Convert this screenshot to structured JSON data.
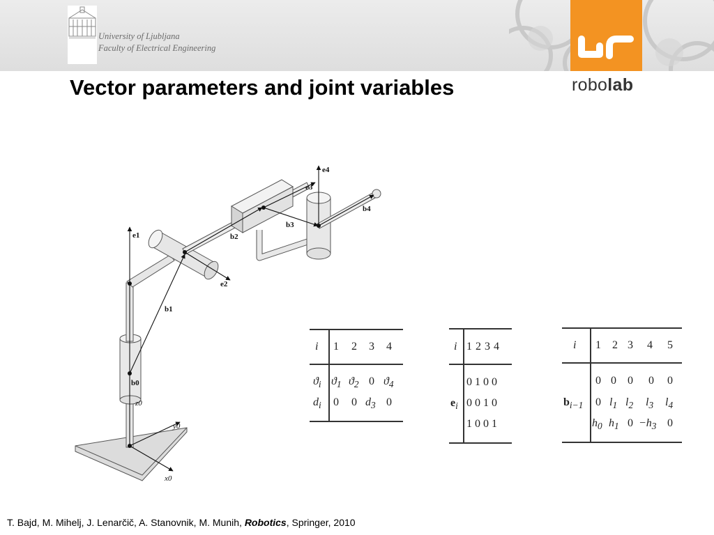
{
  "header": {
    "university_line": "University of Ljubljana",
    "faculty_line": "Faculty of Electrical Engineering",
    "lab_name_light": "robo",
    "lab_name_bold": "lab",
    "colors": {
      "accent": "#f39322",
      "banner": "#e4e4e4"
    }
  },
  "title": "Vector parameters and joint variables",
  "figure": {
    "labels": [
      "e4",
      "e3",
      "b4",
      "b3",
      "b2",
      "e1",
      "e2",
      "b1",
      "b0",
      "z0",
      "y0",
      "x0"
    ]
  },
  "table1": {
    "header": {
      "row": "i",
      "cols": [
        "1",
        "2",
        "3",
        "4"
      ]
    },
    "theta": {
      "label": "ϑ",
      "sub": "i",
      "v1": "ϑ",
      "s1": "1",
      "v2": "ϑ",
      "s2": "2",
      "v3": "0",
      "v4": "ϑ",
      "s4": "4"
    },
    "d": {
      "label": "d",
      "sub": "i",
      "v1": "0",
      "v2": "0",
      "v3": "d",
      "s3": "3",
      "v4": "0"
    }
  },
  "table2": {
    "header": {
      "row": "i",
      "cols": "1 2 3 4"
    },
    "label": "e",
    "sub": "i",
    "rows": [
      "0 1 0 0",
      "0 0 1 0",
      "1 0 0 1"
    ]
  },
  "table3": {
    "header": {
      "row": "i",
      "cols": [
        "1",
        "2",
        "3",
        "4",
        "5"
      ]
    },
    "label": "b",
    "sub": "i−1",
    "row1": [
      "0",
      "0",
      "0",
      "0",
      "0"
    ],
    "row2": {
      "c1": "0",
      "c2": "l",
      "s2": "1",
      "c3": "l",
      "s3": "2",
      "c4": "l",
      "s4": "3",
      "c5": "l",
      "s5": "4"
    },
    "row3": {
      "c1": "h",
      "s1": "0",
      "c2": "h",
      "s2": "1",
      "c3": "0",
      "c4": "−h",
      "s4": "3",
      "c5": "0"
    }
  },
  "footer": {
    "authors": "T. Bajd, M. Mihelj, J. Lenarčič, A. Stanovnik, M. Munih, ",
    "book": "Robotics",
    "publisher": ", Springer, 2010"
  }
}
